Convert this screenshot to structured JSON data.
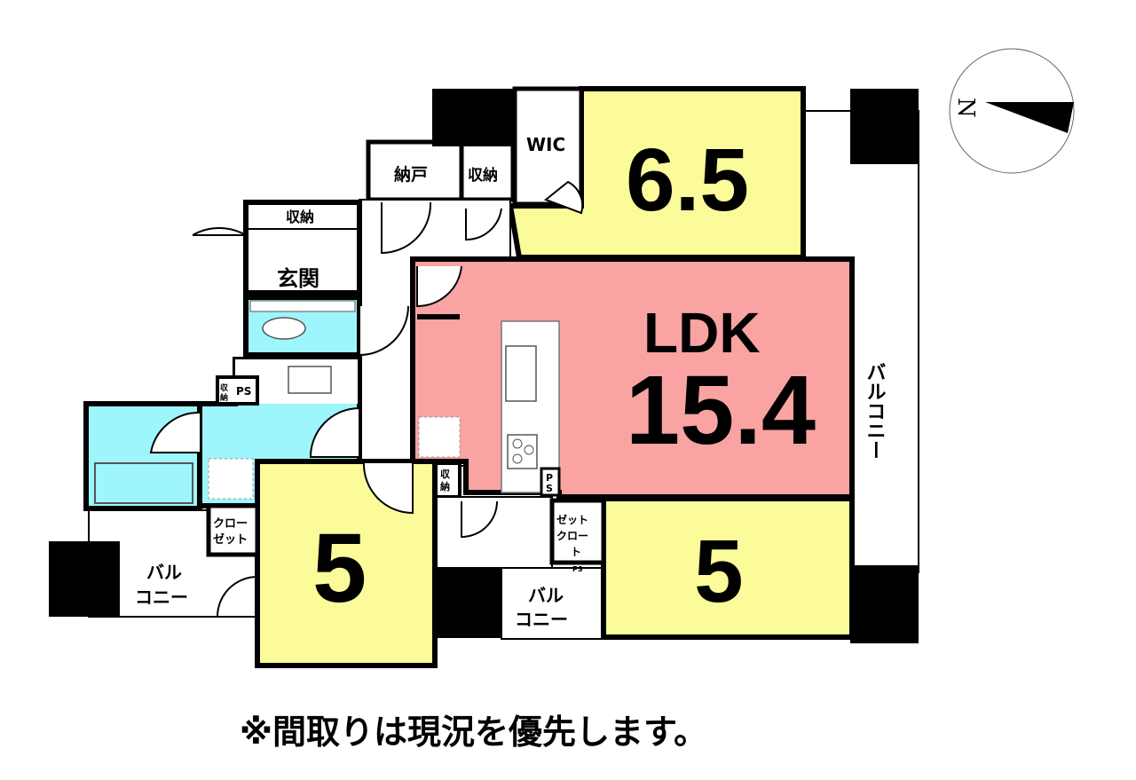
{
  "colors": {
    "yellow": "#fbfb9a",
    "pink": "#f9a3a3",
    "blue": "#9ef5fb",
    "wall": "#000000"
  },
  "rooms": {
    "western_north": {
      "label": "6.5"
    },
    "ldk": {
      "label": "LDK",
      "size": "15.4"
    },
    "western_sw": {
      "label": "5"
    },
    "western_se": {
      "label": "5"
    }
  },
  "labels": {
    "wic": "WIC",
    "nando": "納戸",
    "storage": "収納",
    "entrance": "玄関",
    "ps": "PS",
    "ps_v1": "P",
    "ps_v2": "S",
    "closet_1": "クロー",
    "closet_2": "ゼット",
    "closet_v1": "クロー",
    "closet_v2": "ゼット",
    "closet_v3": "ト",
    "balcony": "バルコニー",
    "balcony_1": "バル",
    "balcony_2": "コニー",
    "storage_v1": "収",
    "storage_v2": "納"
  },
  "compass": {
    "label": "N"
  },
  "note": "※間取りは現況を優先します。"
}
